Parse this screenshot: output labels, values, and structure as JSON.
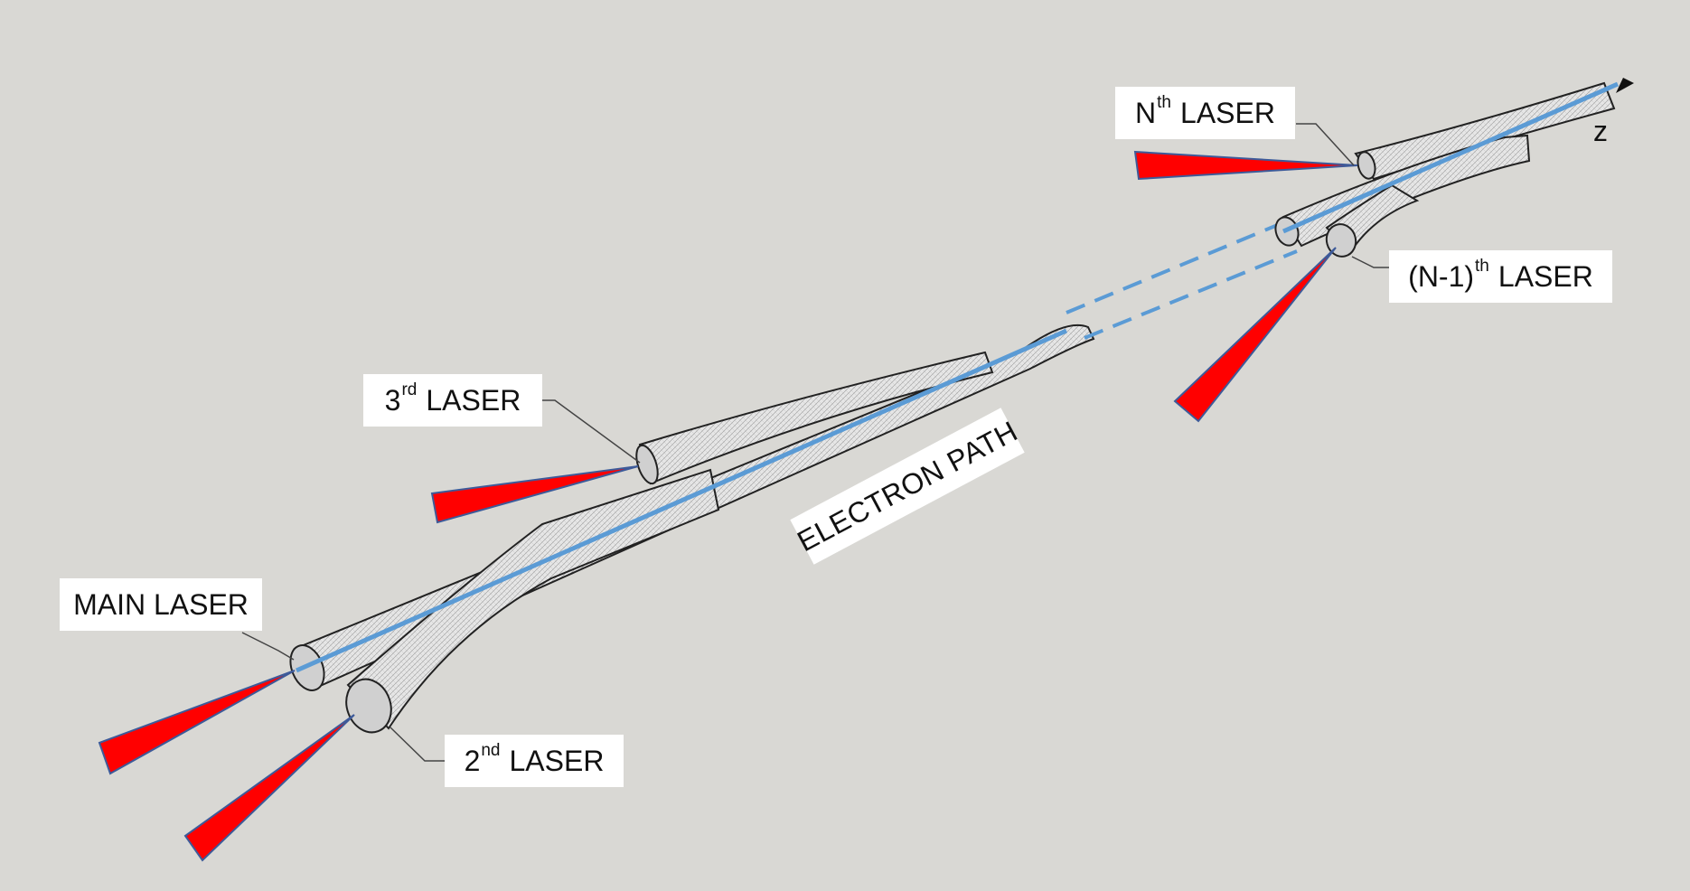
{
  "colors": {
    "background": "#d9d8d4",
    "laser_beam_fill": "#e8e8e8",
    "laser_beam_stroke": "#222222",
    "laser_cone": "#ff0000",
    "laser_cone_edge": "#3d5a99",
    "electron_path": "#5b9bd5",
    "axis_arrow": "#111111"
  },
  "labels": {
    "main_laser": "MAIN LASER",
    "second_laser": {
      "pre": "2",
      "sup": "nd",
      "post": "LASER"
    },
    "third_laser": {
      "pre": "3",
      "sup": "rd",
      "post": "LASER"
    },
    "nth_laser": {
      "pre": "N",
      "sup": "th",
      "post": "LASER"
    },
    "n_minus_1_laser": {
      "pre": "(N-1)",
      "sup": "th",
      "post": "LASER"
    },
    "electron_path": "ELECTRON PATH",
    "axis": "z"
  }
}
